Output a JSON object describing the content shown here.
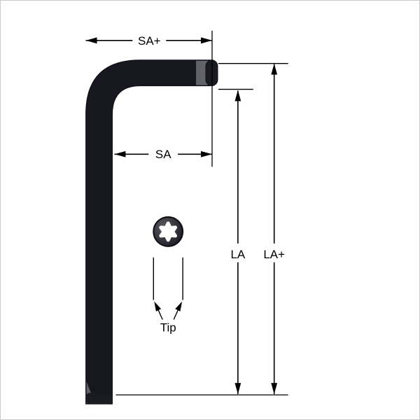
{
  "diagram": {
    "type": "technical-dimension-diagram",
    "subject": "L-shaped torx key with dimension callouts",
    "labels": {
      "sa_plus": "SA+",
      "sa": "SA",
      "la": "LA",
      "la_plus": "LA+",
      "tip": "Tip"
    },
    "colors": {
      "key_body": "#17171f",
      "key_chamfer_highlight": "#62626a",
      "dimension_lines": "#000000",
      "torx_star_hole": "#ffffff",
      "background": "#ffffff",
      "border": "#c9c9c9"
    }
  }
}
